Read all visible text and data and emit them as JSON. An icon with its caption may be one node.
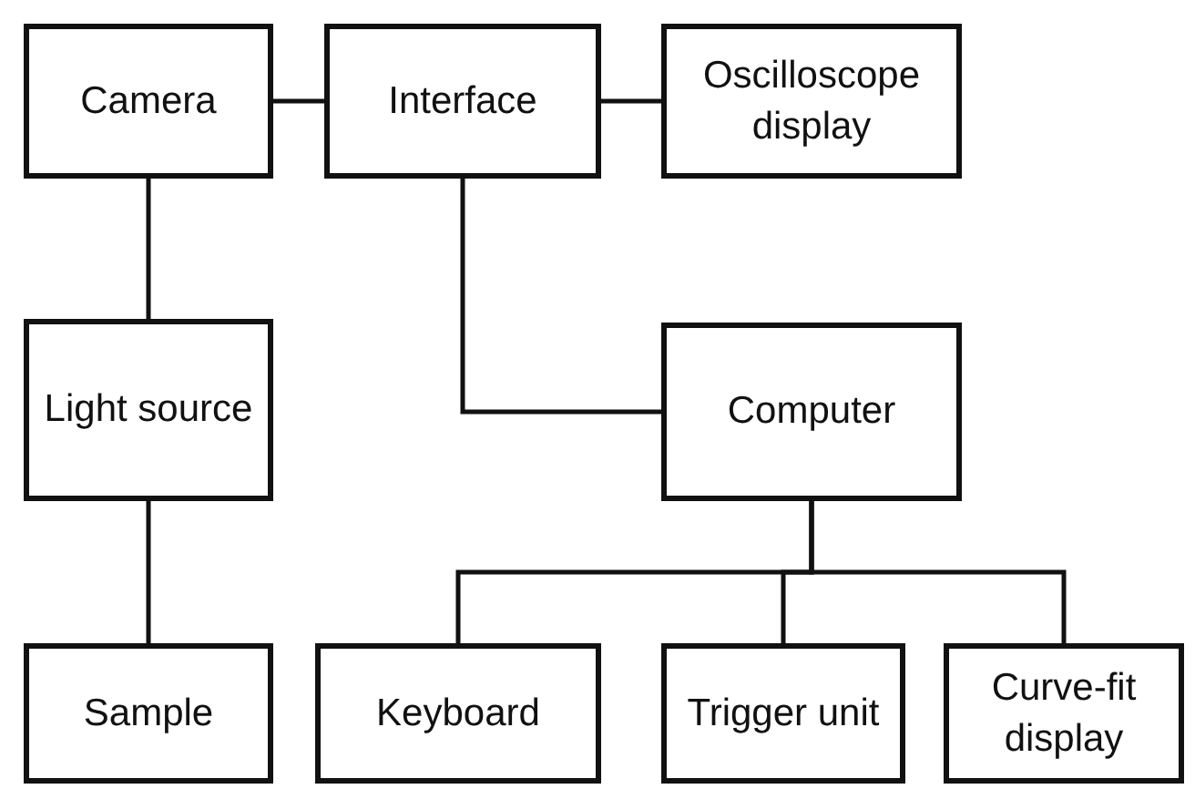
{
  "diagram": {
    "nodes": [
      {
        "text": [
          "Camera"
        ]
      },
      {
        "text": [
          "Interface"
        ]
      },
      {
        "text": [
          "Oscilloscope display"
        ]
      },
      {
        "text": [
          "Light source"
        ]
      },
      {
        "text": [
          "Computer"
        ]
      },
      {
        "text": [
          "Sample"
        ]
      },
      {
        "text": [
          "Keyboard"
        ]
      },
      {
        "text": [
          "Trigger unit"
        ]
      },
      {
        "text": [
          "Curve-fit display"
        ]
      }
    ],
    "edges": [
      {
        "from": 0,
        "to": 1,
        "arrow": "none"
      },
      {
        "from": 1,
        "to": 2,
        "arrow": "none"
      },
      {
        "from": 0,
        "to": 3,
        "arrow": "none"
      },
      {
        "from": 3,
        "to": 5,
        "arrow": "none"
      },
      {
        "from": 1,
        "to": 4,
        "arrow": "none"
      },
      {
        "from": 4,
        "to": 6,
        "arrow": "none"
      },
      {
        "from": 4,
        "to": 7,
        "arrow": "none"
      },
      {
        "from": 4,
        "to": 8,
        "arrow": "none"
      }
    ]
  }
}
